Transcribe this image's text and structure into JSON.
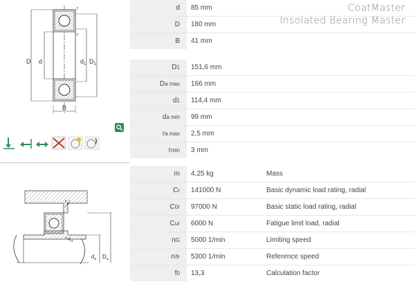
{
  "watermark": {
    "line1": "CoatMaster",
    "line2": "Insolated Bearing Master"
  },
  "drawing_top": {
    "labels": {
      "r_top": "r",
      "r_right": "r",
      "D": "D",
      "d": "d",
      "d1": "d",
      "d1_sub": "1",
      "D1": "D",
      "D1_sub": "1",
      "B": "B"
    }
  },
  "drawing_bottom": {
    "labels": {
      "ra_top": "r",
      "ra_top_sub": "a",
      "ra_bottom": "r",
      "ra_bottom_sub": "a",
      "da": "d",
      "da_sub": "a",
      "Da": "D",
      "Da_sub": "a"
    }
  },
  "icons": [
    "radial-load-icon",
    "axial-load-left-icon",
    "axial-load-both-icon",
    "not-suitable-icon",
    "high-speed-icon",
    "low-friction-icon"
  ],
  "table1": [
    {
      "symbol": "d",
      "value": "85  mm"
    },
    {
      "symbol": "D",
      "value": "180  mm"
    },
    {
      "symbol": "B",
      "value": "41  mm"
    }
  ],
  "table2": [
    {
      "symbol": "D",
      "sub": "1",
      "value": "151,6  mm"
    },
    {
      "symbol": "D",
      "sub": "a max",
      "value": "166  mm"
    },
    {
      "symbol": "d",
      "sub": "1",
      "value": "114,4  mm"
    },
    {
      "symbol": "d",
      "sub": "a min",
      "value": "99  mm"
    },
    {
      "symbol": "r",
      "sub": "a max",
      "value": "2,5  mm"
    },
    {
      "symbol": "r",
      "sub": "min",
      "value": "3  mm"
    }
  ],
  "table3": [
    {
      "symbol": "m",
      "sub": "",
      "value": "4,25  kg",
      "desc": "Mass"
    },
    {
      "symbol": "C",
      "sub": "r",
      "value": "141000  N",
      "desc": "Basic dynamic load rating, radial"
    },
    {
      "symbol": "C",
      "sub": "0r",
      "value": "97000  N",
      "desc": "Basic static load rating, radial"
    },
    {
      "symbol": "C",
      "sub": "ur",
      "value": "6000  N",
      "desc": "Fatigue limit load, radial"
    },
    {
      "symbol": "n",
      "sub": "G",
      "value": "5000  1/min",
      "desc": "Limiting speed"
    },
    {
      "symbol": "n",
      "sub": "ϑr",
      "value": "5300  1/min",
      "desc": "Reference speed"
    },
    {
      "symbol": "f",
      "sub": "0",
      "value": "13,3",
      "desc": "Calculation factor"
    }
  ]
}
